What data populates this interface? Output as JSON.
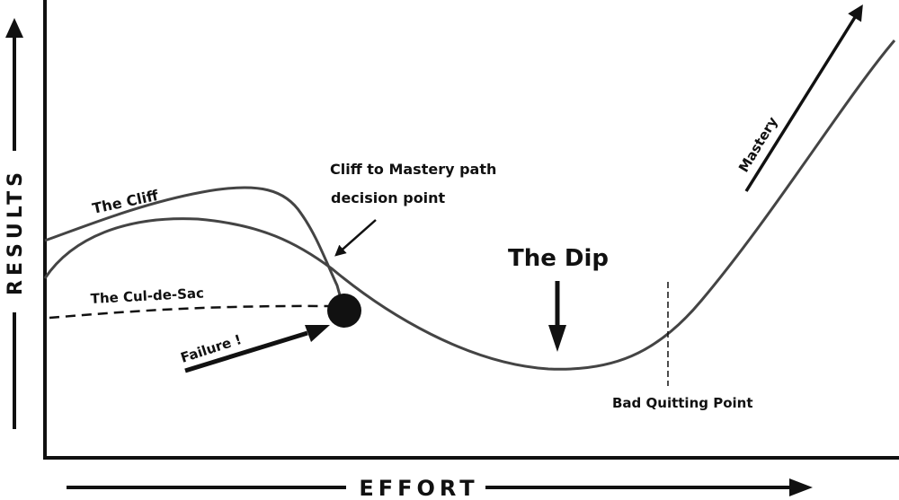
{
  "axes": {
    "y_label": "RESULTS",
    "x_label": "EFFORT"
  },
  "labels": {
    "the_cliff": "The Cliff",
    "cul_de_sac": "The Cul-de-Sac",
    "cliff_decision_line1": "Cliff to Mastery path",
    "cliff_decision_line2": "decision point",
    "the_dip": "The Dip",
    "failure": "Failure !",
    "mastery": "Mastery",
    "bad_quitting_point": "Bad Quitting Point"
  },
  "colors": {
    "ink": "#111111",
    "curve": "#444444",
    "background": "#ffffff"
  }
}
